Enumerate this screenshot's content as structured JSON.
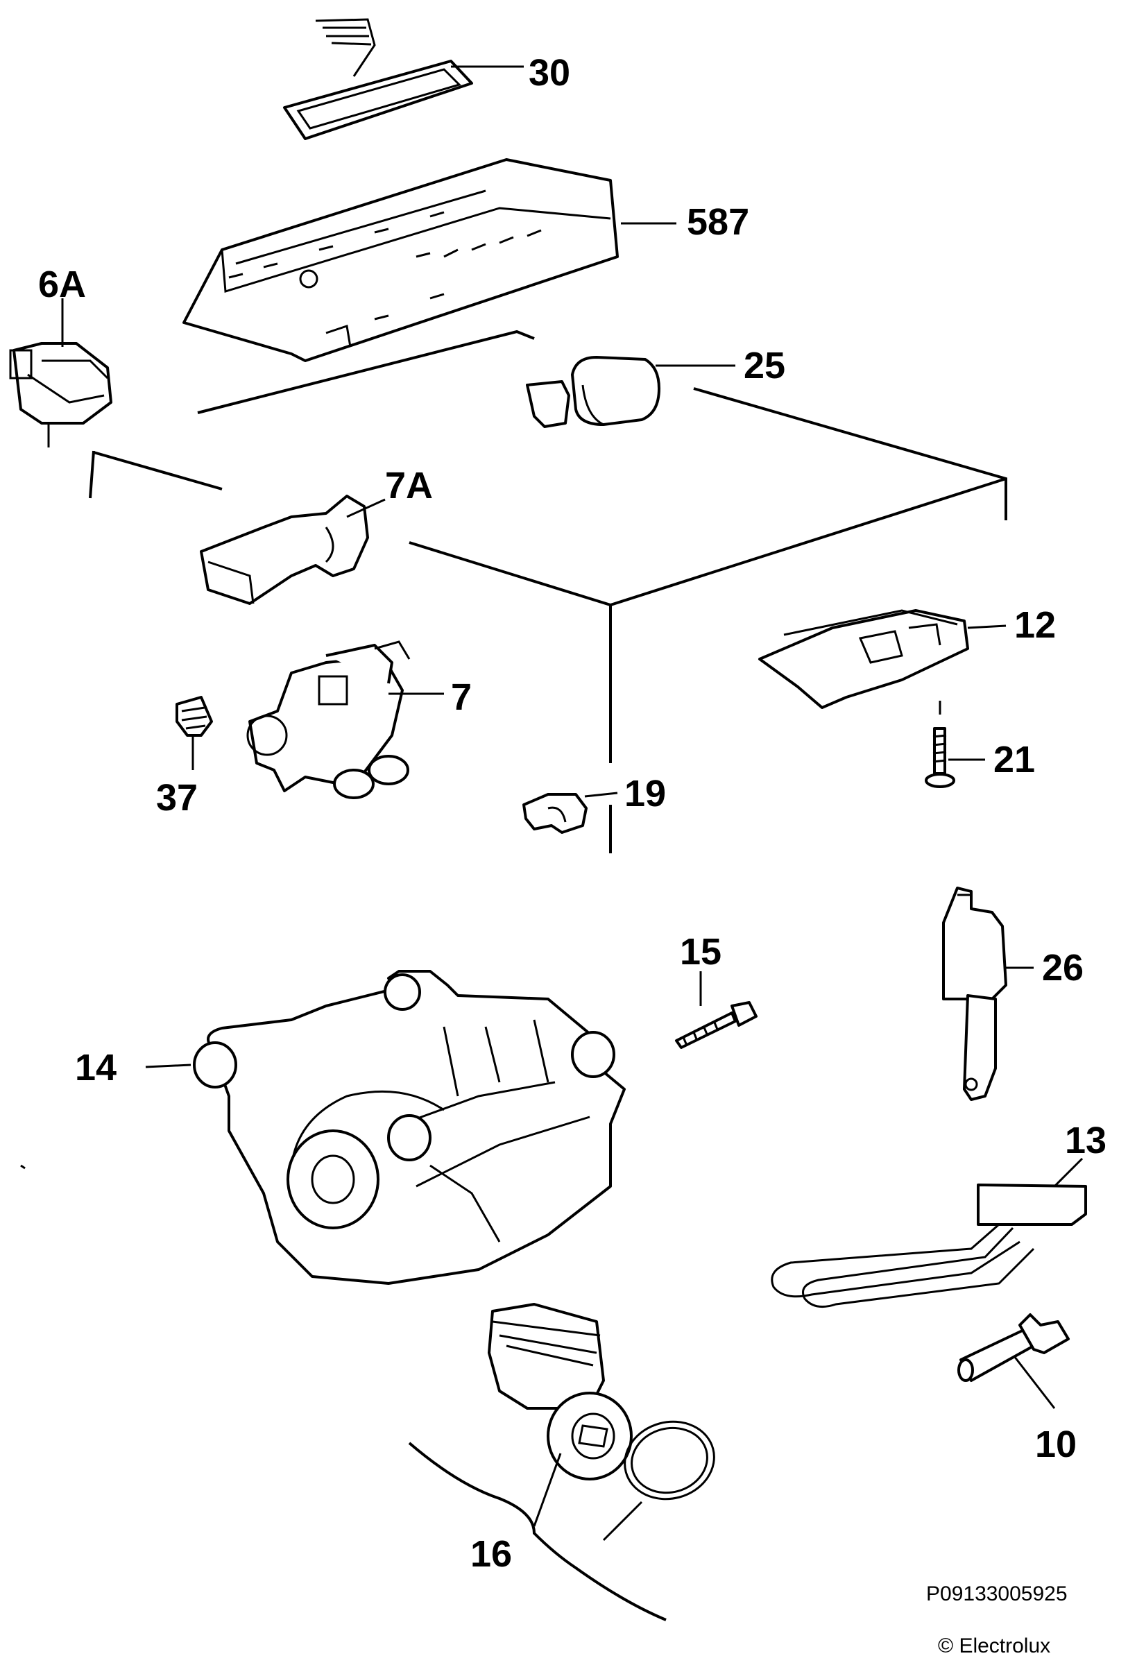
{
  "diagram": {
    "labels": {
      "30": "30",
      "587": "587",
      "6A": "6A",
      "25": "25",
      "7A": "7A",
      "12": "12",
      "7": "7",
      "21": "21",
      "37": "37",
      "19": "19",
      "15": "15",
      "26": "26",
      "14": "14",
      "13": "13",
      "10": "10",
      "16": "16"
    },
    "reference_code": "P09133005925",
    "copyright": "© Electrolux"
  }
}
